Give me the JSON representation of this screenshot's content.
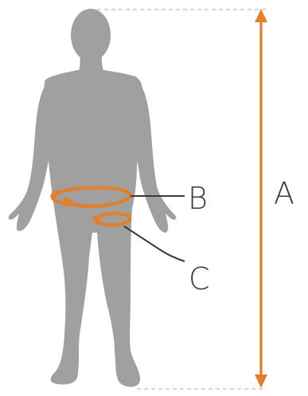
{
  "diagram": {
    "labels": {
      "a": "A",
      "b": "B",
      "c": "C"
    },
    "colors": {
      "silhouette": "#a0a0a0",
      "accent": "#e07f2c",
      "leader_line": "#3a3a3a",
      "guide_line": "#c8c8c8",
      "label_text": "#3a3a3a"
    }
  }
}
